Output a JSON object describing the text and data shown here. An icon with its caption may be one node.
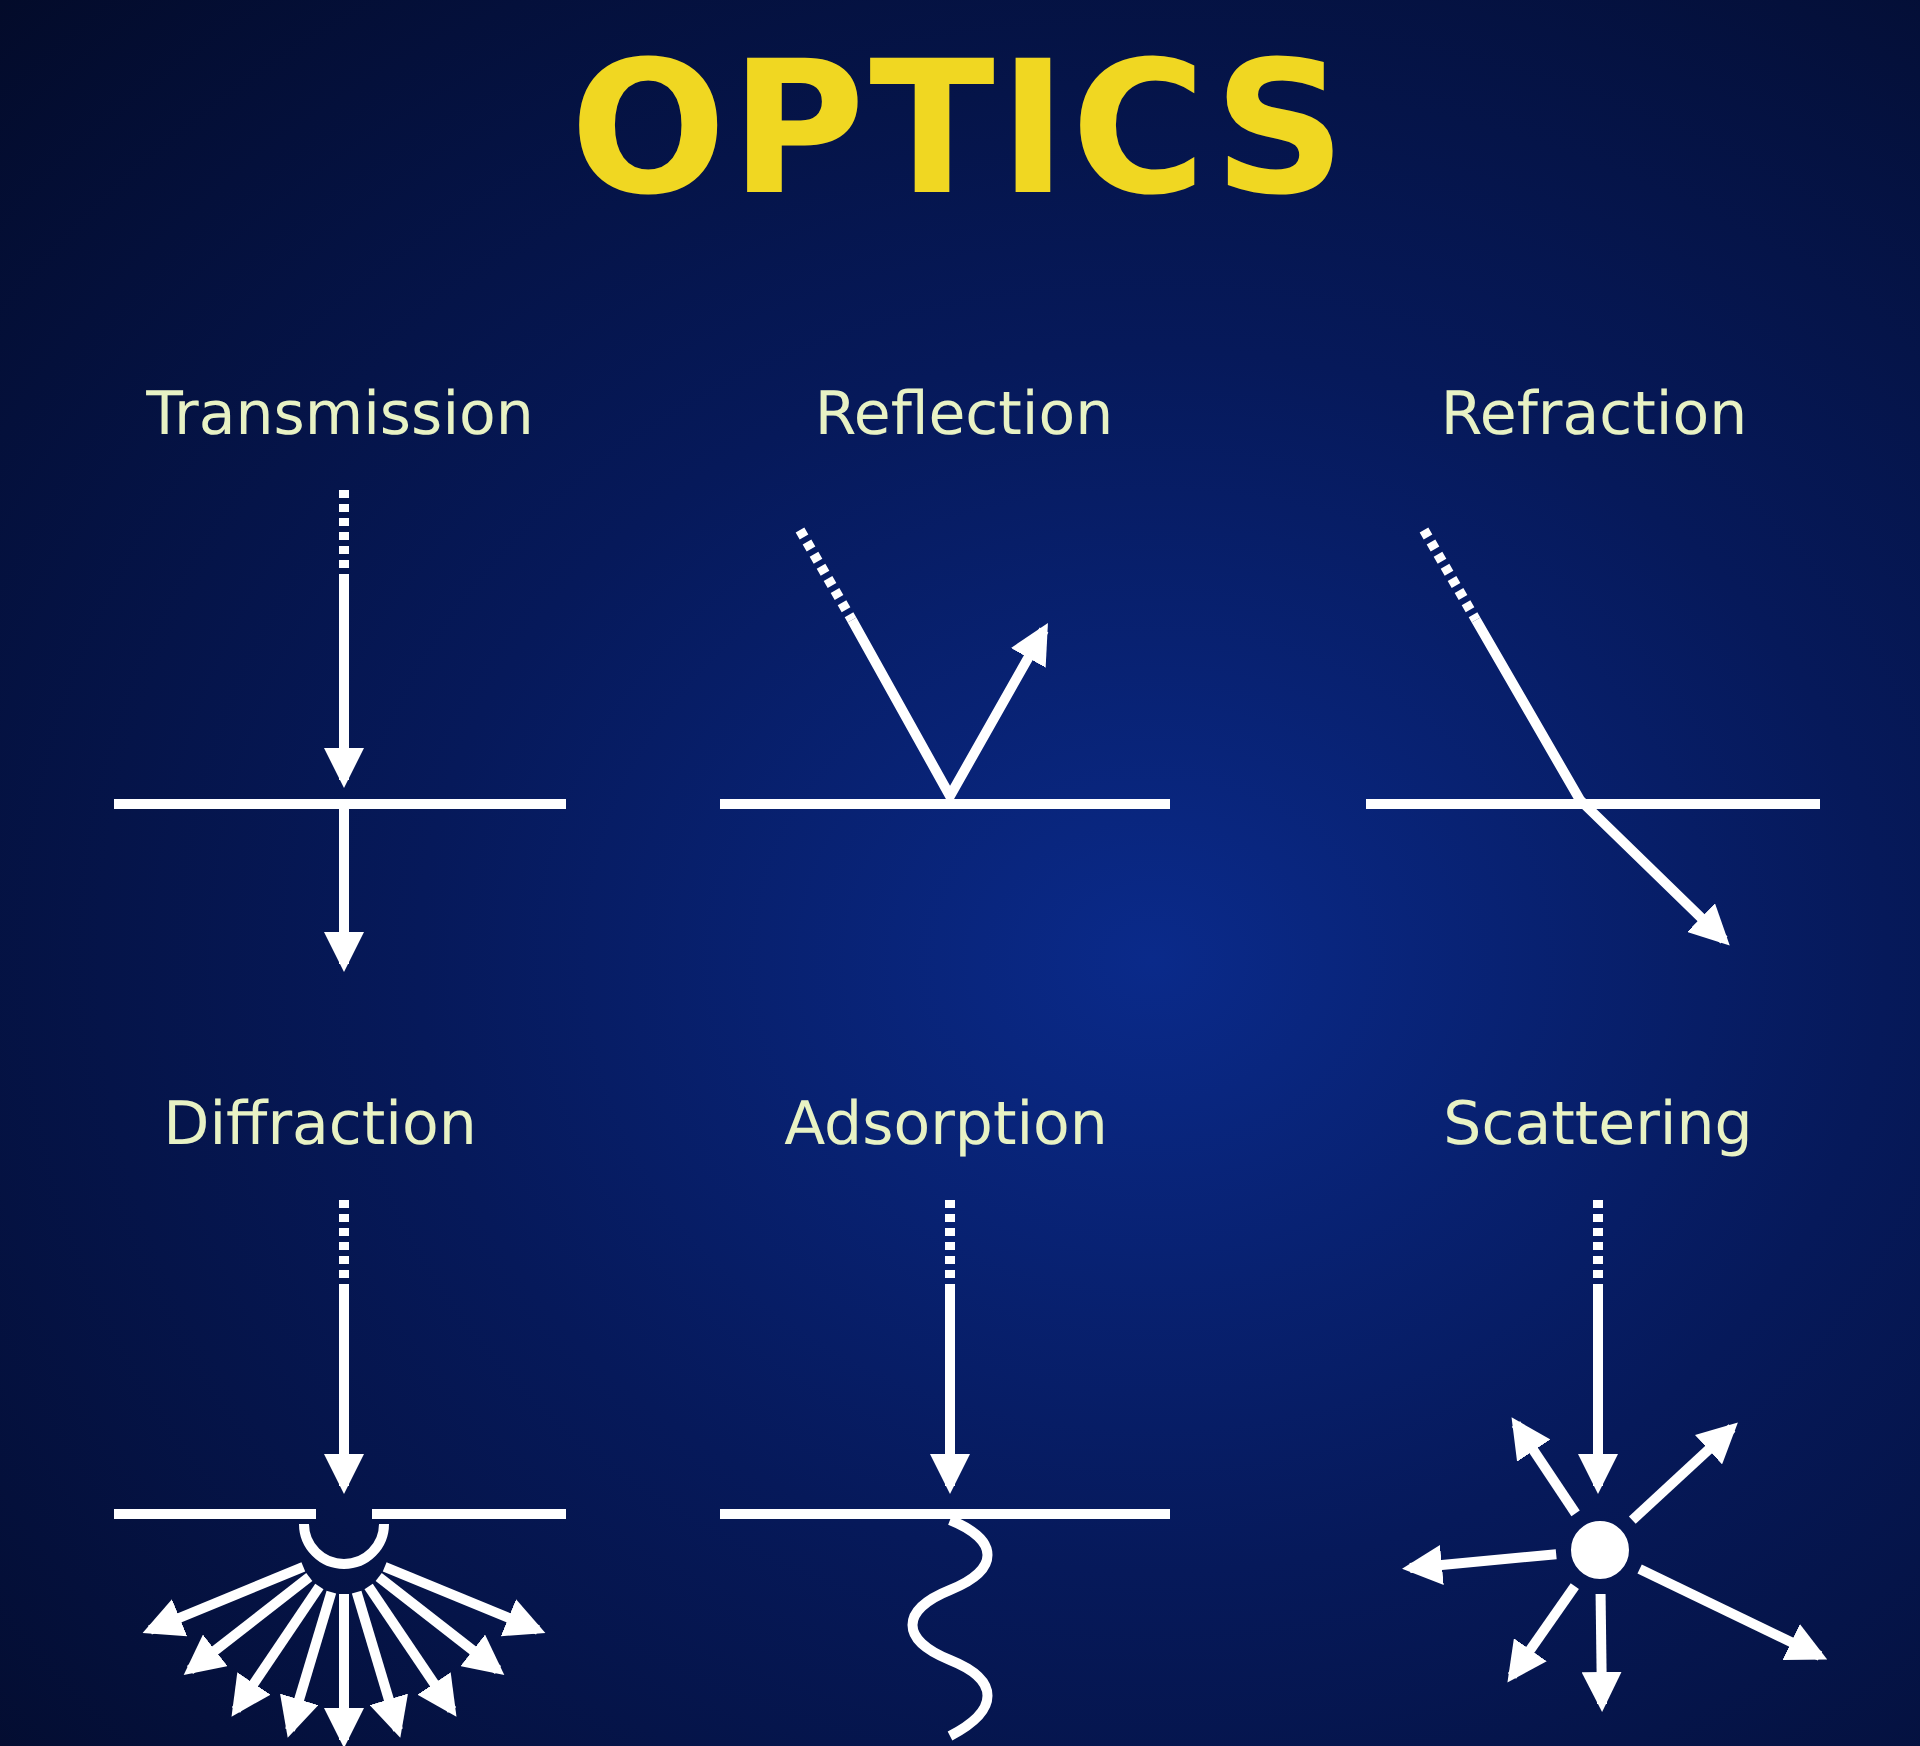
{
  "diagram": {
    "title": "OPTICS",
    "labels": [
      "Transmission",
      "Reflection",
      "Refraction",
      "Diffraction",
      "Adsorption",
      "Scattering"
    ]
  }
}
